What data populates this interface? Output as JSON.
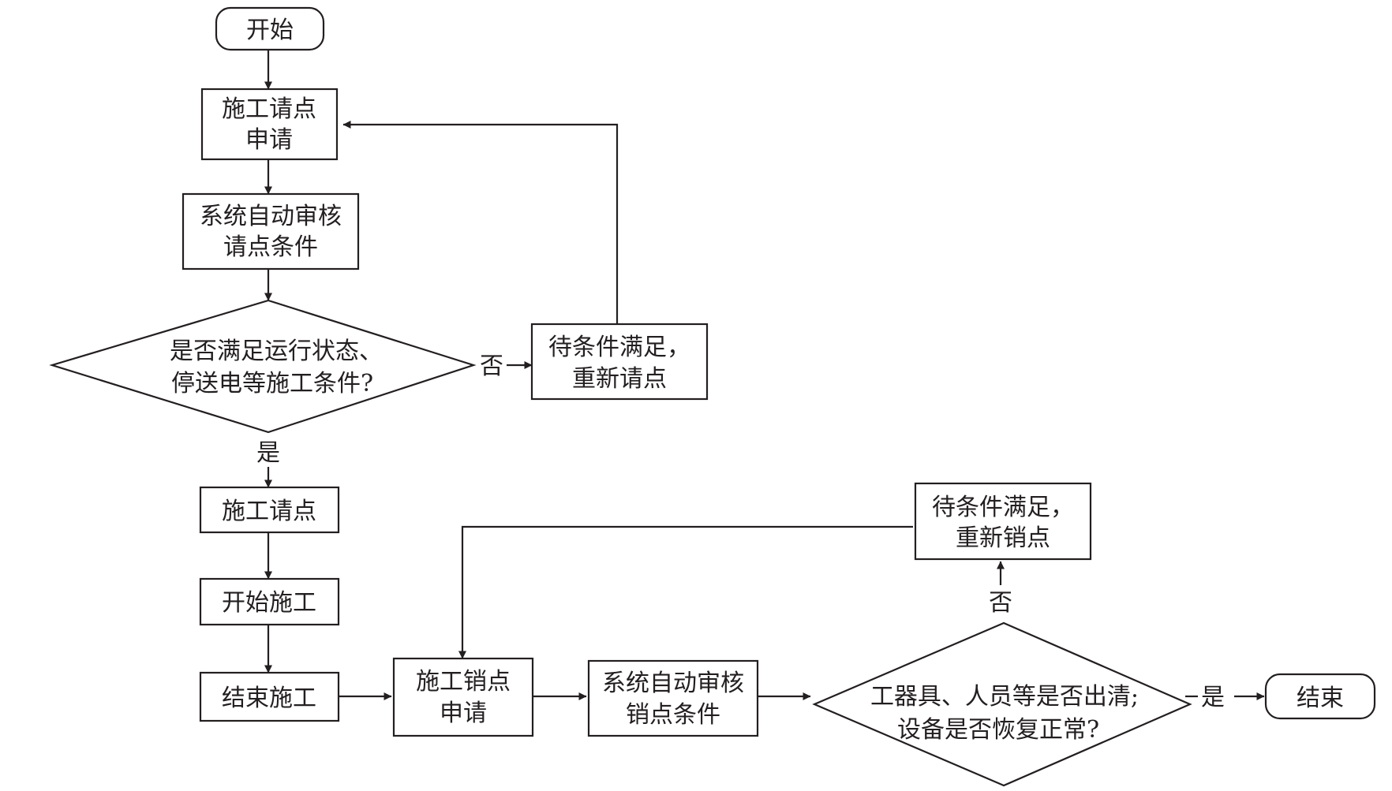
{
  "nodes": {
    "start": "开始",
    "apply_line1": "施工请点",
    "apply_line2": "申请",
    "audit_line1": "系统自动审核",
    "audit_line2": "请点条件",
    "check_line1": "是否满足运行状态、",
    "check_line2": "停送电等施工条件?",
    "wait_line1": "待条件满足，",
    "wait_line2": "重新请点",
    "request": "施工请点",
    "begin_work": "开始施工",
    "end_work": "结束施工",
    "cancel_line1": "施工销点",
    "cancel_line2": "申请",
    "cancel_audit_line1": "系统自动审核",
    "cancel_audit_line2": "销点条件",
    "clear_line1": "工器具、人员等是否出清;",
    "clear_line2": "设备是否恢复正常?",
    "wait2_line1": "待条件满足，",
    "wait2_line2": "重新销点",
    "end": "结束"
  },
  "edges": {
    "no_1": "否",
    "yes_1": "是",
    "no_2": "否",
    "yes_2": "是"
  }
}
